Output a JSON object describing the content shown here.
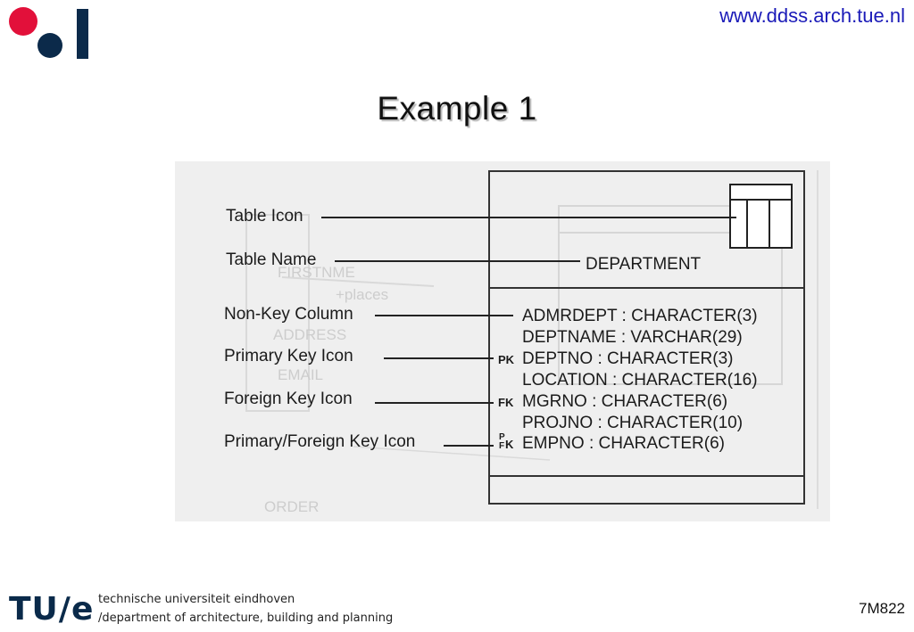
{
  "header": {
    "url": "www.ddss.arch.tue.nl",
    "title": "Example 1"
  },
  "diagram": {
    "callouts": {
      "table_icon": "Table Icon",
      "table_name": "Table Name",
      "non_key_column": "Non-Key Column",
      "primary_key_icon": "Primary Key Icon",
      "foreign_key_icon": "Foreign Key Icon",
      "primary_foreign_key_icon": "Primary/Foreign Key Icon"
    },
    "table_name": "DEPARTMENT",
    "columns": [
      {
        "key": "",
        "text": "ADMRDEPT : CHARACTER(3)"
      },
      {
        "key": "",
        "text": "DEPTNAME : VARCHAR(29)"
      },
      {
        "key": "PK",
        "text": "DEPTNO : CHARACTER(3)"
      },
      {
        "key": "",
        "text": "LOCATION : CHARACTER(16)"
      },
      {
        "key": "FK",
        "text": "MGRNO : CHARACTER(6)"
      },
      {
        "key": "",
        "text": "PROJNO : CHARACTER(10)"
      },
      {
        "key": "PFK",
        "text": "EMPNO : CHARACTER(6)"
      }
    ],
    "key_icons": {
      "pk": "PK",
      "fk": "FK",
      "pfk_p": "P",
      "pfk_f": "F",
      "pfk_k": "K"
    }
  },
  "footer": {
    "logo_text": "TU/e",
    "institution": "technische universiteit eindhoven",
    "department": "/department of architecture, building and planning",
    "course_code": "7M822"
  },
  "colors": {
    "brand_red": "#e2103a",
    "brand_navy": "#0b2a4a",
    "url_blue": "#1a1ab8"
  }
}
